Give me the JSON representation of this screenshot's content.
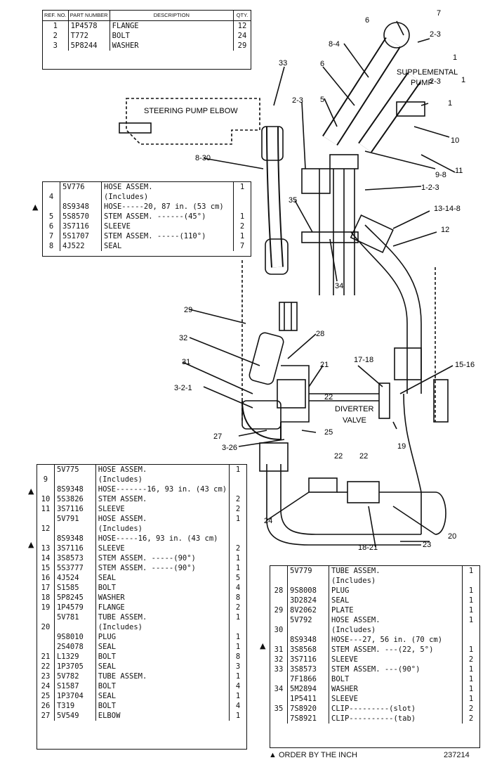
{
  "header_labels": {
    "ref": "REF. NO.",
    "part": "PART NUMBER",
    "desc": "DESCRIPTION",
    "qty": "QTY."
  },
  "table1": [
    {
      "ref": "1",
      "part": "1P4578",
      "desc": "FLANGE",
      "qty": "12"
    },
    {
      "ref": "2",
      "part": "T772",
      "desc": "BOLT",
      "qty": "24"
    },
    {
      "ref": "3",
      "part": "5P8244",
      "desc": "WASHER",
      "qty": "29"
    }
  ],
  "table2": [
    {
      "ref": "",
      "part": "5V776",
      "desc": "HOSE ASSEM.",
      "qty": "1"
    },
    {
      "ref": "4",
      "part": "",
      "desc": "    (Includes)",
      "qty": ""
    },
    {
      "ref": "",
      "part": "8S9348",
      "desc": "HOSE-----20, 87 in. (53 cm)",
      "qty": ""
    },
    {
      "ref": "5",
      "part": "5S8570",
      "desc": "  STEM ASSEM. ------(45°)",
      "qty": "1"
    },
    {
      "ref": "6",
      "part": "3S7116",
      "desc": "  SLEEVE",
      "qty": "2"
    },
    {
      "ref": "7",
      "part": "5S1707",
      "desc": "  STEM ASSEM. -----(110°)",
      "qty": "1"
    },
    {
      "ref": "8",
      "part": "4J522",
      "desc": "SEAL",
      "qty": "7"
    }
  ],
  "table3": [
    {
      "ref": "",
      "part": "5V775",
      "desc": "HOSE ASSEM.",
      "qty": "1"
    },
    {
      "ref": "9",
      "part": "",
      "desc": "    (Includes)",
      "qty": ""
    },
    {
      "ref": "",
      "part": "8S9348",
      "desc": "    HOSE-------16, 93 in. (43 cm)",
      "qty": ""
    },
    {
      "ref": "10",
      "part": "5S3826",
      "desc": "    STEM ASSEM.",
      "qty": "2"
    },
    {
      "ref": "11",
      "part": "3S7116",
      "desc": "    SLEEVE",
      "qty": "2"
    },
    {
      "ref": "",
      "part": "5V791",
      "desc": "HOSE ASSEM.",
      "qty": "1"
    },
    {
      "ref": "12",
      "part": "",
      "desc": "    (Includes)",
      "qty": ""
    },
    {
      "ref": "",
      "part": "8S9348",
      "desc": "    HOSE-----16, 93 in. (43 cm)",
      "qty": ""
    },
    {
      "ref": "13",
      "part": "3S7116",
      "desc": "    SLEEVE",
      "qty": "2"
    },
    {
      "ref": "14",
      "part": "3S8573",
      "desc": "    STEM ASSEM. -----(90°)",
      "qty": "1"
    },
    {
      "ref": "15",
      "part": "5S3777",
      "desc": "    STEM ASSEM. -----(90°)",
      "qty": "1"
    },
    {
      "ref": "16",
      "part": "4J524",
      "desc": "SEAL",
      "qty": "5"
    },
    {
      "ref": "17",
      "part": "S1585",
      "desc": "BOLT",
      "qty": "4"
    },
    {
      "ref": "18",
      "part": "5P8245",
      "desc": "WASHER",
      "qty": "8"
    },
    {
      "ref": "19",
      "part": "1P4579",
      "desc": "FLANGE",
      "qty": "2"
    },
    {
      "ref": "",
      "part": "5V781",
      "desc": "TUBE ASSEM.",
      "qty": "1"
    },
    {
      "ref": "20",
      "part": "",
      "desc": "    (Includes)",
      "qty": ""
    },
    {
      "ref": "",
      "part": "9S8010",
      "desc": "    PLUG",
      "qty": "1"
    },
    {
      "ref": "",
      "part": "2S4078",
      "desc": "    SEAL",
      "qty": "1"
    },
    {
      "ref": "21",
      "part": "L1329",
      "desc": "BOLT",
      "qty": "8"
    },
    {
      "ref": "22",
      "part": "1P3705",
      "desc": "SEAL",
      "qty": "3"
    },
    {
      "ref": "23",
      "part": "5V782",
      "desc": "TUBE ASSEM.",
      "qty": "1"
    },
    {
      "ref": "24",
      "part": "S1587",
      "desc": "BOLT",
      "qty": "4"
    },
    {
      "ref": "25",
      "part": "1P3704",
      "desc": "SEAL",
      "qty": "1"
    },
    {
      "ref": "26",
      "part": "T319",
      "desc": "BOLT",
      "qty": "4"
    },
    {
      "ref": "27",
      "part": "5V549",
      "desc": "ELBOW",
      "qty": "1"
    }
  ],
  "table4": [
    {
      "ref": "",
      "part": "5V779",
      "desc": "TUBE ASSEM.",
      "qty": "1"
    },
    {
      "ref": "",
      "part": "",
      "desc": "    (Includes)",
      "qty": ""
    },
    {
      "ref": "28",
      "part": "9S8008",
      "desc": "    PLUG",
      "qty": "1"
    },
    {
      "ref": "",
      "part": "3D2824",
      "desc": "    SEAL",
      "qty": "1"
    },
    {
      "ref": "29",
      "part": "8V2062",
      "desc": "PLATE",
      "qty": "1"
    },
    {
      "ref": "",
      "part": "5V792",
      "desc": "HOSE ASSEM.",
      "qty": "1"
    },
    {
      "ref": "30",
      "part": "",
      "desc": "    (Includes)",
      "qty": ""
    },
    {
      "ref": "",
      "part": "8S9348",
      "desc": "    HOSE---27, 56 in. (70 cm)",
      "qty": ""
    },
    {
      "ref": "31",
      "part": "3S8568",
      "desc": "    STEM ASSEM. ---(22, 5°)",
      "qty": "1"
    },
    {
      "ref": "32",
      "part": "3S7116",
      "desc": "    SLEEVE",
      "qty": "2"
    },
    {
      "ref": "33",
      "part": "3S8573",
      "desc": "    STEM ASSEM. ---(90°)",
      "qty": "1"
    },
    {
      "ref": "",
      "part": "7F1866",
      "desc": "BOLT",
      "qty": "1"
    },
    {
      "ref": "34",
      "part": "5M2894",
      "desc": "WASHER",
      "qty": "1"
    },
    {
      "ref": "",
      "part": "1P5411",
      "desc": "SLEEVE",
      "qty": "1"
    },
    {
      "ref": "35",
      "part": "7S8920",
      "desc": "CLIP---------(slot)",
      "qty": "2"
    },
    {
      "ref": "",
      "part": "7S8921",
      "desc": "CLIP----------(tab)",
      "qty": "2"
    }
  ],
  "diagram_labels": {
    "steering": "STEERING PUMP ELBOW",
    "supplemental": "SUPPLEMENTAL",
    "pump": "PUMP",
    "diverter": "DIVERTER",
    "valve": "VALVE"
  },
  "callouts": [
    "6",
    "7",
    "2-3",
    "1",
    "8-4",
    "2-3",
    "1",
    "33",
    "6",
    "5",
    "2-3",
    "10",
    "1",
    "9-8",
    "11",
    "1-2-3",
    "8-30",
    "35",
    "13-14-8",
    "12",
    "34",
    "29",
    "28",
    "32",
    "21",
    "17-18",
    "15-16",
    "31",
    "3-2-1",
    "22",
    "25",
    "27",
    "3-26",
    "19",
    "22",
    "22",
    "24",
    "20",
    "18-21",
    "23"
  ],
  "footer": {
    "note": "▲ ORDER BY THE INCH",
    "number": "237214"
  },
  "marker": "▲"
}
